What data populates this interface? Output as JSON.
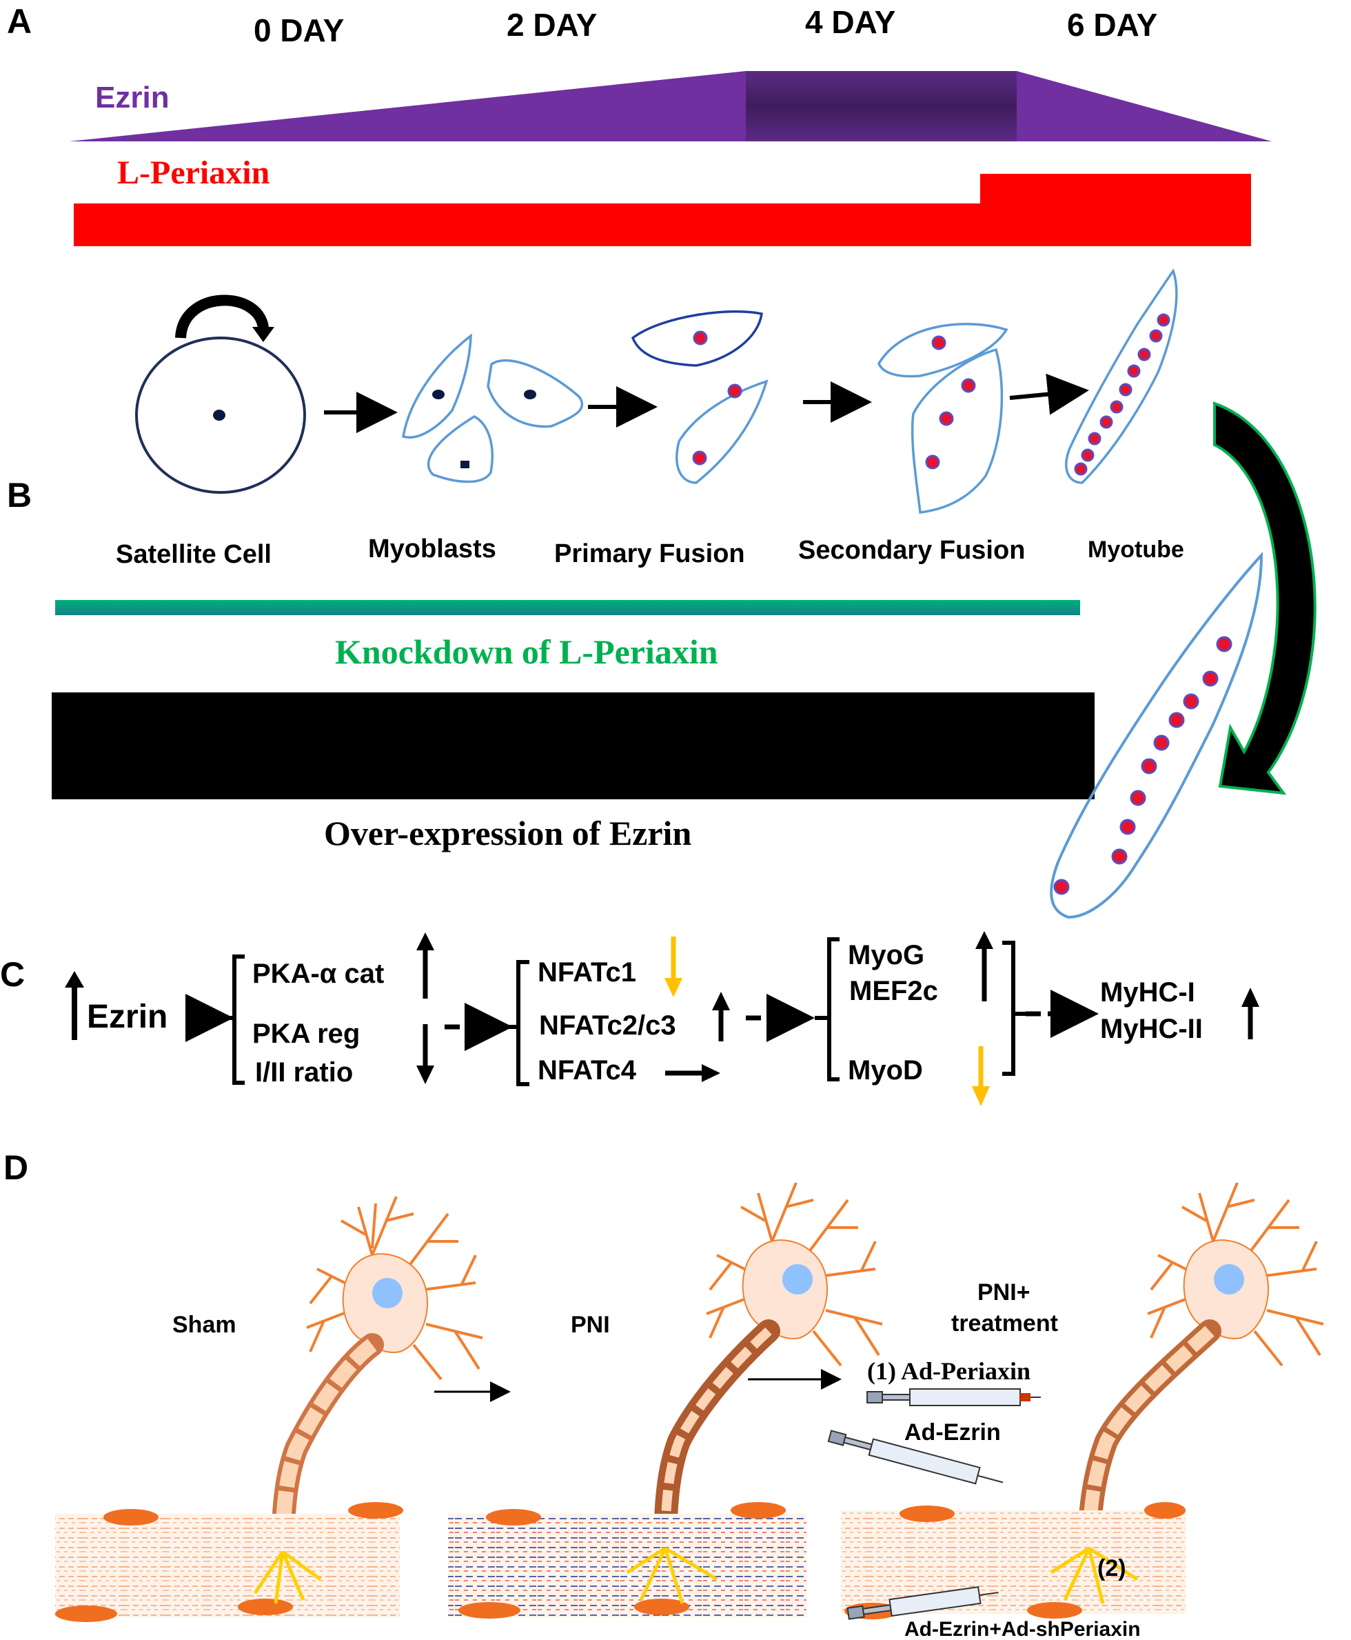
{
  "panels": {
    "a": "A",
    "b": "B",
    "c": "C",
    "d": "D"
  },
  "timeline": {
    "days": [
      "0 DAY",
      "2 DAY",
      "4 DAY",
      "6 DAY"
    ],
    "ezrin_label": "Ezrin",
    "periaxin_label": "L-Periaxin"
  },
  "stages": {
    "satellite": "Satellite Cell",
    "myoblasts": "Myoblasts",
    "primary": "Primary Fusion",
    "secondary": "Secondary Fusion",
    "myotube": "Myotube"
  },
  "bars": {
    "knockdown": "Knockdown of L-Periaxin",
    "overexpression": "Over-expression of Ezrin"
  },
  "pathway": {
    "ezrin": "Ezrin",
    "pka_cat": "PKA-α cat",
    "pka_reg": "PKA reg",
    "pka_ratio": "I/II ratio",
    "nfatc1": "NFATc1",
    "nfatc23": "NFATc2/c3",
    "nfatc4": "NFATc4",
    "myog": "MyoG",
    "mef2c": "MEF2c",
    "myod": "MyoD",
    "myhc1": "MyHC-I",
    "myhc2": "MyHC-II"
  },
  "neuro": {
    "sham": "Sham",
    "pni": "PNI",
    "pni_treat_1": "PNI+",
    "pni_treat_2": "treatment",
    "t1": "(1) Ad-Periaxin",
    "ezrin": "Ad-Ezrin",
    "t2": "(2)",
    "combo": "Ad-Ezrin+Ad-shPeriaxin"
  },
  "colors": {
    "ezrin": "#7030a0",
    "ezrin_dark": "#4b2270",
    "periaxin": "#ff0000",
    "knockdown": "#00b050",
    "cell_outline": "#5b9bd5",
    "nucleus": "#e8122b",
    "neuron": "#f4a460",
    "down_arrow": "#ffc000",
    "terminal": "#ffd000"
  }
}
